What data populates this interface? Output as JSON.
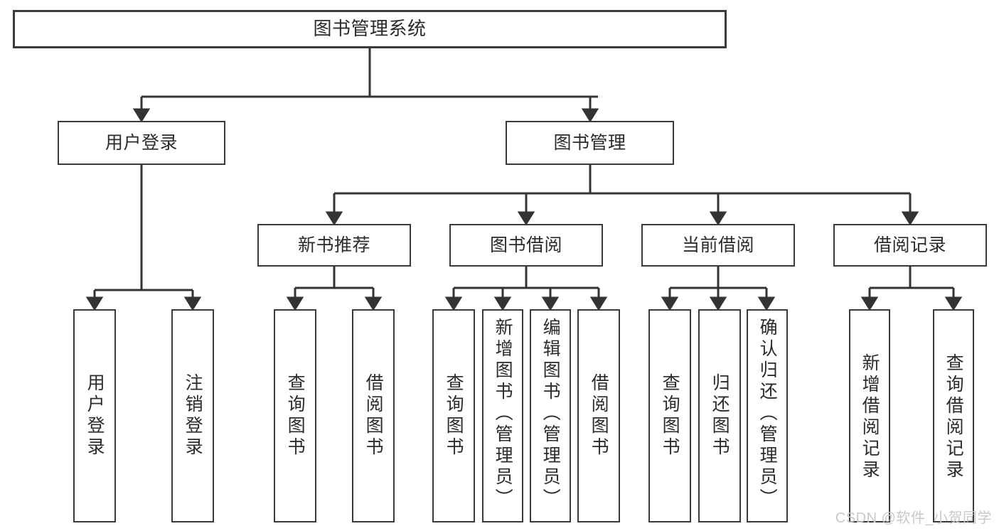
{
  "diagram": {
    "title": "图书管理系统",
    "type": "tree-hierarchy-chart",
    "watermark": "CSDN @软件_小贺同学",
    "colors": {
      "background": "#ffffff",
      "border": "#3a3a3a",
      "text": "#2b2b2b",
      "connector": "#333333",
      "watermark": "#c9c9c9"
    }
  },
  "nodes": {
    "root": {
      "label": "图书管理系统"
    },
    "level2": [
      {
        "id": "user-login",
        "label": "用户登录"
      },
      {
        "id": "book-manage",
        "label": "图书管理"
      }
    ],
    "level3": [
      {
        "id": "new-book-recommend",
        "label": "新书推荐"
      },
      {
        "id": "book-borrow",
        "label": "图书借阅"
      },
      {
        "id": "current-borrow",
        "label": "当前借阅"
      },
      {
        "id": "borrow-record",
        "label": "借阅记录"
      }
    ],
    "leaves": {
      "user_login": [
        {
          "id": "leaf-user-login",
          "label": "用户登录"
        },
        {
          "id": "leaf-logout",
          "label": "注销登录"
        }
      ],
      "new_book_recommend": [
        {
          "id": "leaf-query-book-1",
          "label": "查询图书"
        },
        {
          "id": "leaf-borrow-book-1",
          "label": "借阅图书"
        }
      ],
      "book_borrow": [
        {
          "id": "leaf-query-book-2",
          "label": "查询图书"
        },
        {
          "id": "leaf-add-book",
          "label": "新增图书（管理员）"
        },
        {
          "id": "leaf-edit-book",
          "label": "编辑图书（管理员）"
        },
        {
          "id": "leaf-borrow-book-2",
          "label": "借阅图书"
        }
      ],
      "current_borrow": [
        {
          "id": "leaf-query-book-3",
          "label": "查询图书"
        },
        {
          "id": "leaf-return-book",
          "label": "归还图书"
        },
        {
          "id": "leaf-confirm-return",
          "label": "确认归还（管理员）"
        }
      ],
      "borrow_record": [
        {
          "id": "leaf-add-record",
          "label": "新增借阅记录"
        },
        {
          "id": "leaf-query-record",
          "label": "查询借阅记录"
        }
      ]
    }
  }
}
